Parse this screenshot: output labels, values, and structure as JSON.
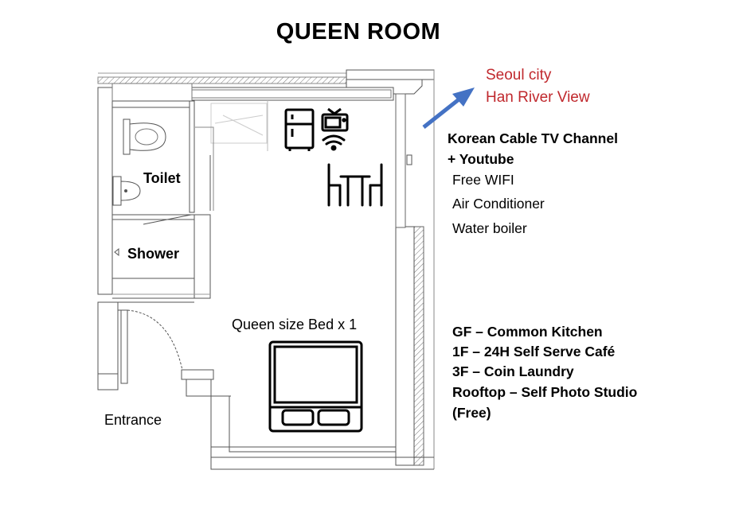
{
  "title": "QUEEN ROOM",
  "view": {
    "line1": "Seoul city",
    "line2": "Han River View",
    "arrow_color": "#4472c4",
    "text_color": "#c0282d"
  },
  "rooms": {
    "toilet": "Toilet",
    "shower": "Shower",
    "entrance": "Entrance",
    "bed": "Queen size Bed x  1"
  },
  "amenities": {
    "tv_line1": "Korean Cable TV Channel",
    "tv_line2": "+  Youtube",
    "items": [
      "Free WIFI",
      "Air Conditioner",
      "Water boiler"
    ]
  },
  "facilities": [
    "GF – Common Kitchen",
    "1F – 24H Self Serve Café",
    "3F – Coin Laundry",
    "Rooftop – Self Photo Studio",
    "(Free)"
  ],
  "icons": [
    "refrigerator-icon",
    "tv-icon",
    "wifi-icon",
    "dining-table-icon",
    "bed-icon"
  ]
}
